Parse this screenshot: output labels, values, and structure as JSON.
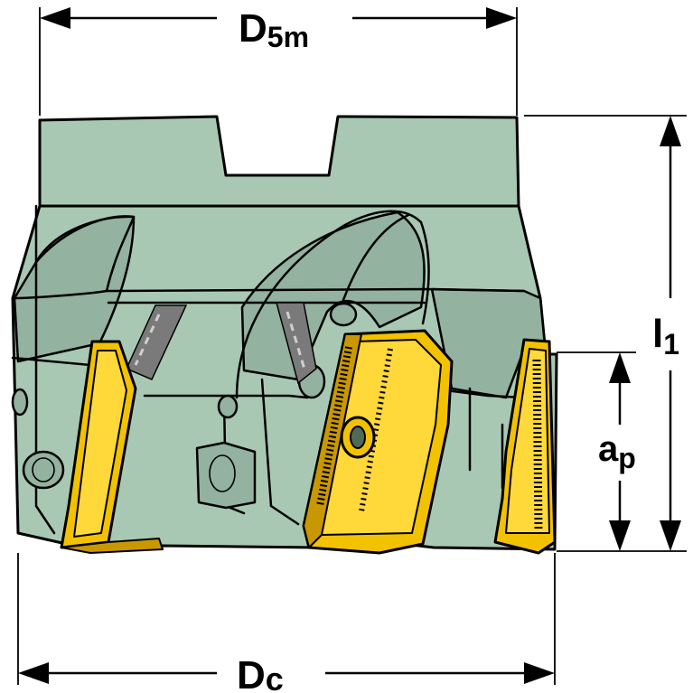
{
  "labels": {
    "d5m_main": "D",
    "d5m_sub": "5m",
    "dc_main": "D",
    "dc_sub": "c",
    "l1_main": "l",
    "l1_sub": "1",
    "ap_main": "a",
    "ap_sub": "p"
  },
  "colors": {
    "body": "#a9c8b4",
    "insert": "#f2c200",
    "outline": "#000000"
  }
}
